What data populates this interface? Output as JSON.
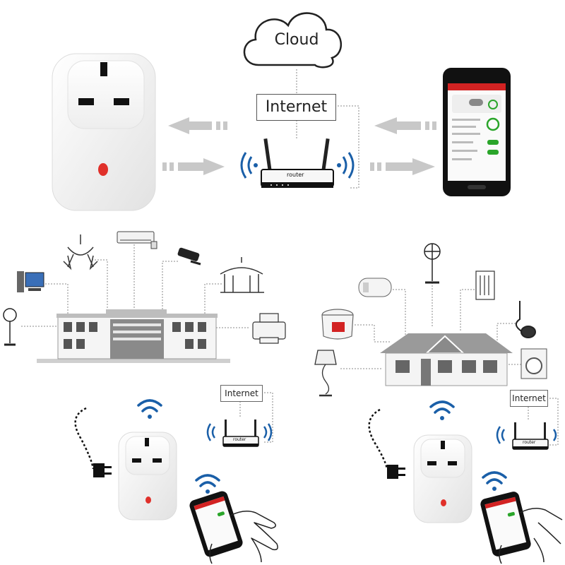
{
  "labels": {
    "cloud": "Cloud",
    "internet_main": "Internet",
    "internet_left": "Internet",
    "internet_right": "Internet",
    "router_main": "router",
    "router_left": "router",
    "router_right": "router"
  },
  "colors": {
    "plug_body": "#f4f4f4",
    "plug_led": "#e0302a",
    "arrow": "#c8c8c8",
    "wifi": "#1a5fa8",
    "phone_accent": "#d22222",
    "phone_green": "#2aa52a",
    "line": "#8a8a8a"
  },
  "icons": [
    "smart-plug-icon",
    "cloud-icon",
    "router-icon",
    "smartphone-icon",
    "wifi-icon",
    "computer-icon",
    "chandelier-icon",
    "air-conditioner-icon",
    "security-camera-icon",
    "gazebo-icon",
    "fan-icon",
    "printer-icon",
    "office-building-icon",
    "water-heater-icon",
    "rice-cooker-icon",
    "heater-icon",
    "vacuum-icon",
    "washing-machine-icon",
    "table-lamp-icon",
    "house-icon",
    "power-cord-icon",
    "hand-icon"
  ]
}
